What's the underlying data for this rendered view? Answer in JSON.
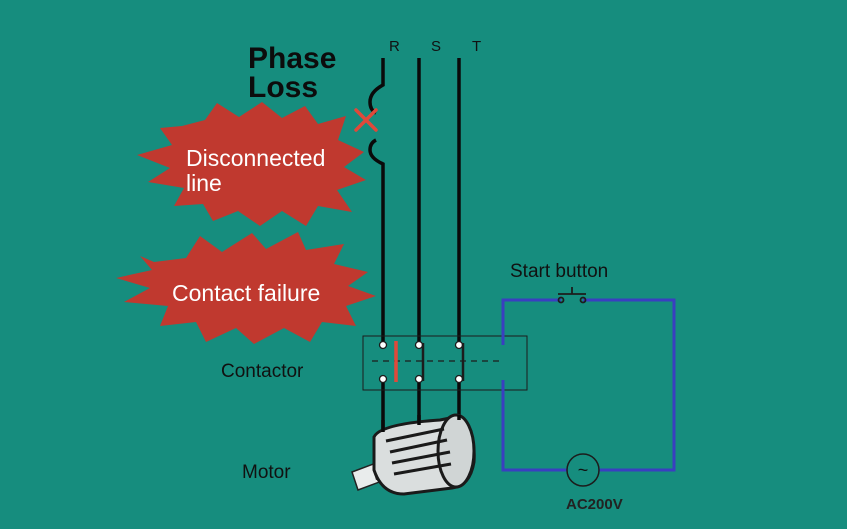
{
  "diagram": {
    "title": "Phase\nLoss",
    "phases": [
      "R",
      "S",
      "T"
    ],
    "bursts": [
      {
        "text": "Disconnected\nline",
        "color": "#c0392f"
      },
      {
        "text": "Contact failure",
        "color": "#c0392f"
      }
    ],
    "labels": {
      "start_button": "Start button",
      "contactor": "Contactor",
      "motor": "Motor",
      "supply": "AC200V",
      "supply_symbol": "~"
    },
    "colors": {
      "background": "#168d7e",
      "fault_mark": "#e0493a",
      "control_wire": "#3a3fc0"
    }
  }
}
